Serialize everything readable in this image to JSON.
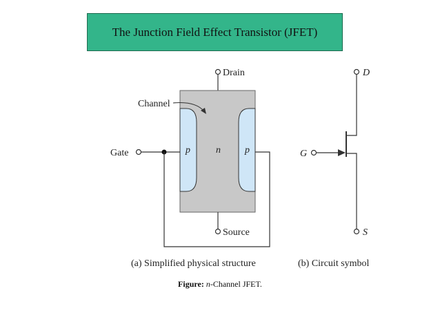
{
  "title": "The Junction Field Effect Transistor (JFET)",
  "physical": {
    "drain_label": "Drain",
    "source_label": "Source",
    "gate_label": "Gate",
    "channel_label": "Channel",
    "p_left": "p",
    "n_region": "n",
    "p_right": "p",
    "subcaption": "(a) Simplified physical structure"
  },
  "symbol": {
    "d_label": "D",
    "g_label": "G",
    "s_label": "S",
    "subcaption": "(b) Circuit symbol"
  },
  "caption": {
    "prefix": "Figure:",
    "italic": "n",
    "rest": "-Channel JFET."
  },
  "colors": {
    "title_bg": "#33b58a",
    "body_gray": "#c8c8c8",
    "p_region": "#cfe6f7"
  }
}
